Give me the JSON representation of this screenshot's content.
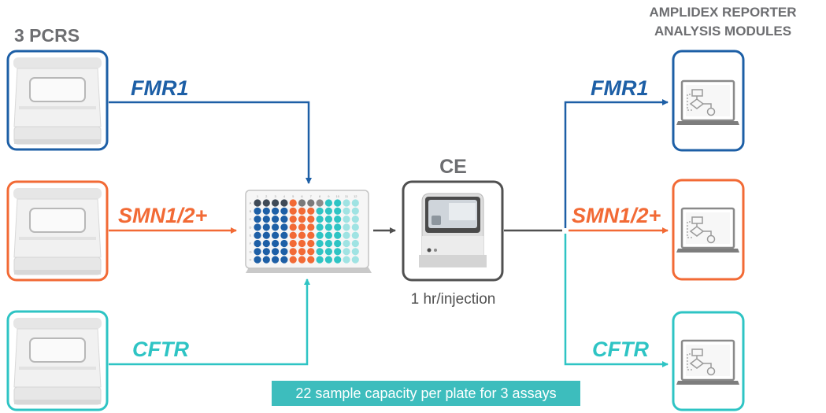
{
  "title_pcrs": "3 PCRS",
  "title_modules_line1": "AMPLIDEX REPORTER",
  "title_modules_line2": "ANALYSIS MODULES",
  "ce_label": "CE",
  "ce_rate": "1 hr/injection",
  "caption": "22 sample capacity per plate for 3 assays",
  "assays": [
    {
      "name": "FMR1",
      "color": "#1d5fa6"
    },
    {
      "name": "SMN1/2+",
      "color": "#f26a35"
    },
    {
      "name": "CFTR",
      "color": "#2ec4c4"
    }
  ],
  "plate_rows": [
    "A",
    "B",
    "C",
    "D",
    "E",
    "F",
    "G",
    "H"
  ],
  "plate_cols": [
    "1",
    "2",
    "3",
    "4",
    "5",
    "6",
    "7",
    "8",
    "9",
    "10",
    "11",
    "12"
  ],
  "icons": {
    "pcr": "pcr-thermal-cycler-icon",
    "plate": "96-well-plate-icon",
    "ce": "capillary-electrophoresis-instrument-icon",
    "module": "laptop-workflow-icon"
  }
}
